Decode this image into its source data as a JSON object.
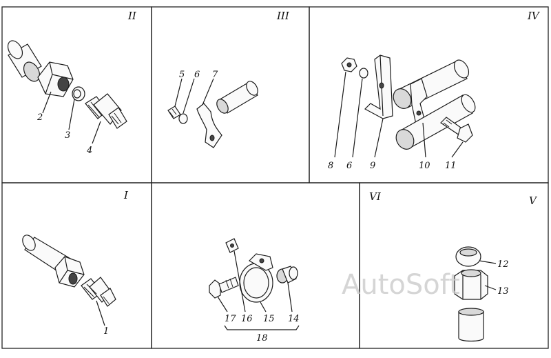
{
  "panels": {
    "p2": {
      "roman": "II",
      "labels": [
        "2",
        "3",
        "4"
      ]
    },
    "p3": {
      "roman": "III",
      "labels": [
        "5",
        "6",
        "7"
      ]
    },
    "p4": {
      "roman": "IV",
      "labels": [
        "8",
        "6",
        "9",
        "10",
        "11"
      ]
    },
    "p1": {
      "roman": "I",
      "labels": [
        "1"
      ]
    },
    "p18": {
      "labels": [
        "17",
        "16",
        "15",
        "14"
      ],
      "group": "18"
    },
    "p6": {
      "roman": "VI"
    },
    "p5": {
      "roman": "V",
      "labels": [
        "12",
        "13"
      ]
    }
  },
  "watermark": "AutoSoft"
}
